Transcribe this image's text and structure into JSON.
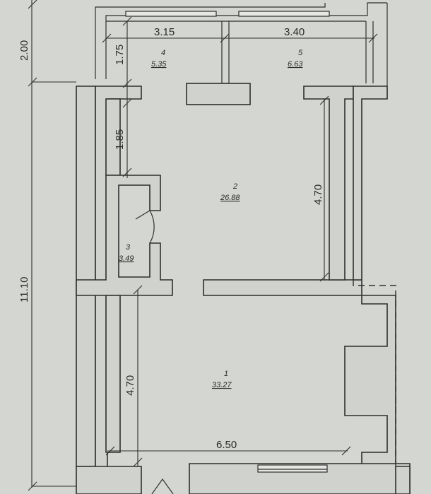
{
  "dimensions": {
    "top_left": "3.15",
    "top_right": "3.40",
    "left_outer_top": "2.00",
    "left_outer_total": "11.10",
    "left_inner_top": "1.75",
    "left_inner_mid": "1.85",
    "left_inner_bottom": "4.70",
    "right_inner": "4.70",
    "bottom": "6.50"
  },
  "rooms": [
    {
      "number": "1",
      "area": "33.27"
    },
    {
      "number": "2",
      "area": "26.88"
    },
    {
      "number": "3",
      "area": "3.49"
    },
    {
      "number": "4",
      "area": "5.35"
    },
    {
      "number": "5",
      "area": "6.63"
    }
  ]
}
